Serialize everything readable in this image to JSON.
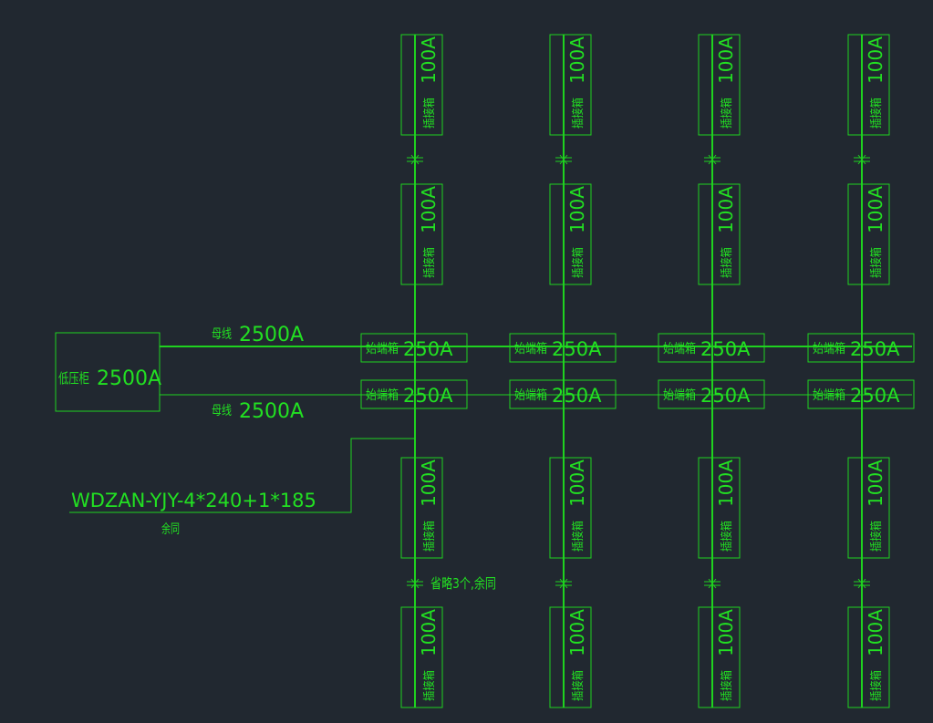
{
  "colors": {
    "background": "#212830",
    "line": "#1fd21f",
    "text": "#22e022"
  },
  "lv_cabinet": {
    "label_cn": "低压柜",
    "rating": "2500A"
  },
  "busbar_top": {
    "label_cn": "母线",
    "rating": "2500A"
  },
  "busbar_bottom": {
    "label_cn": "母线",
    "rating": "2500A"
  },
  "cable": {
    "spec": "WDZAN-YJY-4*240+1*185",
    "note": "余同"
  },
  "omission_note": "省略3个,余同",
  "terminal_box": {
    "label_cn": "始端箱",
    "rating": "250A"
  },
  "plugin_box": {
    "label_cn": "插接箱",
    "rating": "100A"
  },
  "columns": 4
}
